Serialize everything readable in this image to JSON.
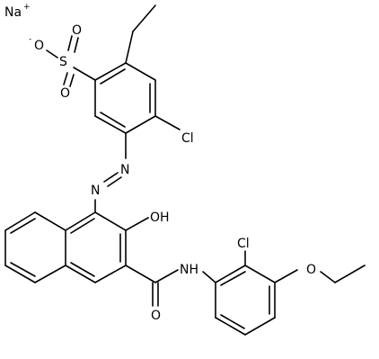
{
  "molecule": {
    "labels": {
      "na": "Na",
      "na_charge": "+",
      "o_minus": "O",
      "o_minus_charge": "-",
      "s": "S",
      "o_top": "O",
      "o_bottom": "O",
      "cl_ring": "Cl",
      "n_azo_1": "N",
      "n_azo_2": "N",
      "oh": "OH",
      "nh": "NH",
      "o_carbonyl": "O",
      "cl_phenyl": "Cl",
      "o_ethoxy": "O"
    }
  }
}
